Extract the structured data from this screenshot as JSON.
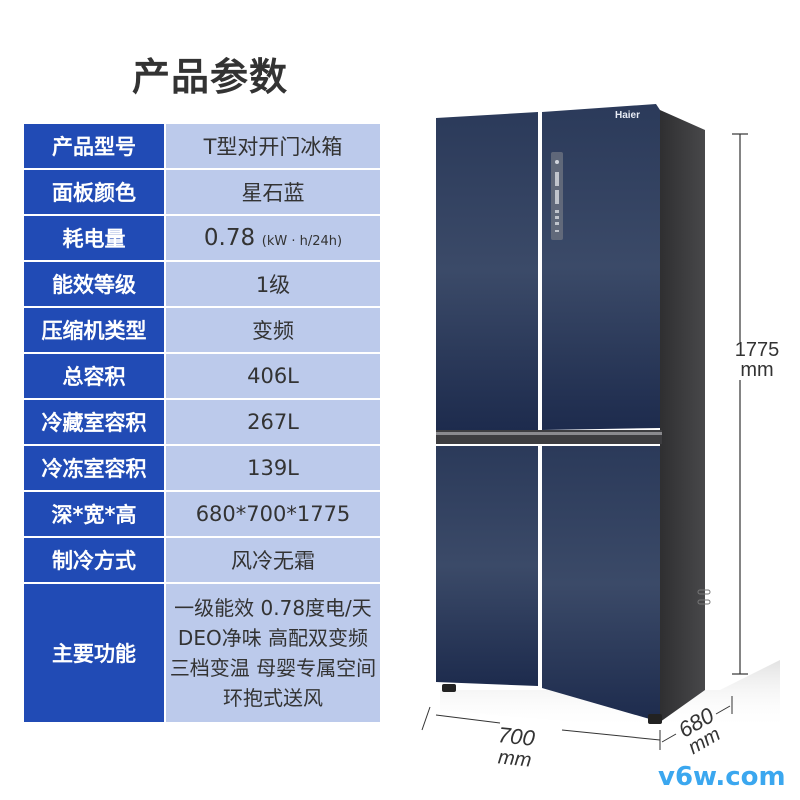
{
  "header": {
    "title": "产品参数"
  },
  "specs": [
    {
      "label": "产品型号",
      "value": "T型对开门冰箱"
    },
    {
      "label": "面板颜色",
      "value": "星石蓝"
    },
    {
      "label": "耗电量",
      "value_main": "0.78",
      "value_unit": "(kW · h/24h)"
    },
    {
      "label": "能效等级",
      "value": "1级"
    },
    {
      "label": "压缩机类型",
      "value": "变频"
    },
    {
      "label": "总容积",
      "value": "406L"
    },
    {
      "label": "冷藏室容积",
      "value": "267L"
    },
    {
      "label": "冷冻室容积",
      "value": "139L"
    },
    {
      "label": "深*宽*高",
      "value": "680*700*1775"
    },
    {
      "label": "制冷方式",
      "value": "风冷无霜"
    },
    {
      "label": "主要功能",
      "lines": [
        "一级能效 0.78度电/天",
        "DEO净味 高配双变频",
        "三档变温 母婴专属空间",
        "环抱式送风"
      ]
    }
  ],
  "product_image": {
    "brand_logo": "Haier",
    "dimensions": {
      "height_value": "1775",
      "height_unit": "mm",
      "width_value": "700",
      "width_unit": "mm",
      "depth_value": "680",
      "depth_unit": "mm"
    }
  },
  "watermark": "v6w.com",
  "colors": {
    "label_bg": "#214bb5",
    "value_bg": "#bccaeb",
    "fridge_door": "#2e3d5e",
    "fridge_side": "#3a3a3c",
    "watermark": "#3ba7ef"
  }
}
